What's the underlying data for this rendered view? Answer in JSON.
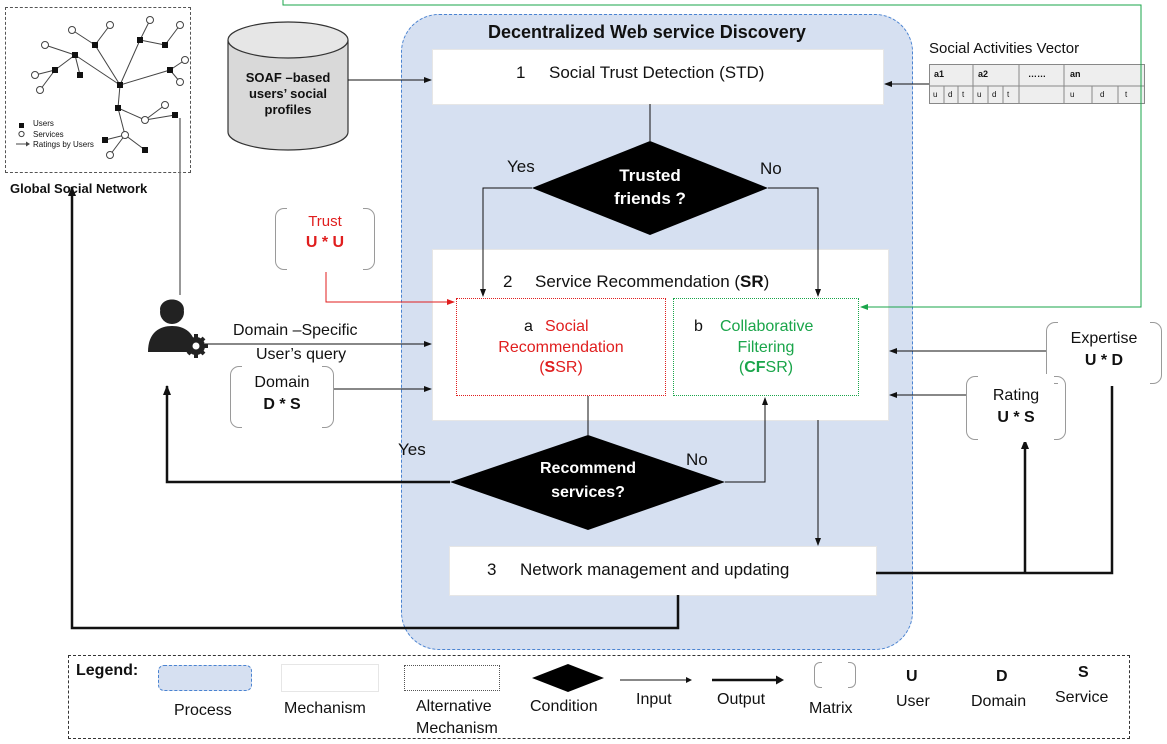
{
  "process_title": "Decentralized Web service Discovery",
  "global_network": {
    "caption": "Global Social Network",
    "legend": [
      "Users",
      "Services",
      "Ratings by Users"
    ]
  },
  "soaf_db": {
    "line1": "SOAF –based",
    "line2": "users’ social",
    "line3": "profiles"
  },
  "social_vector": {
    "title": "Social Activities Vector",
    "headers": [
      "a1",
      "a2",
      "……",
      "an"
    ],
    "cells": [
      "u",
      "d",
      "t",
      "u",
      "d",
      "t",
      "",
      "u",
      "d",
      "t"
    ]
  },
  "std": {
    "number": "1",
    "label": "Social Trust Detection (STD)"
  },
  "trusted": {
    "line1": "Trusted",
    "line2": "friends ?",
    "yes": "Yes",
    "no": "No"
  },
  "sr": {
    "number": "2",
    "label": "Service Recommendation (",
    "abbr": "SR",
    "close": ")"
  },
  "ssr": {
    "letter": "a",
    "line1": "Social",
    "line2": "Recommendation",
    "abbr_bold": "S",
    "abbr_rest": "SR)",
    "open": "("
  },
  "cfsr": {
    "letter": "b",
    "line1": "Collaborative",
    "line2": "Filtering",
    "abbr_bold": "CF",
    "abbr_rest": "SR)",
    "open": "("
  },
  "trust_matrix": {
    "name": "Trust",
    "formula": "U * U"
  },
  "domain_matrix": {
    "name": "Domain",
    "formula": "D * S"
  },
  "expertise_matrix": {
    "name": "Expertise",
    "formula": "U * D"
  },
  "rating_matrix": {
    "name": "Rating",
    "formula": "U * S"
  },
  "query": {
    "line1": "Domain –Specific",
    "line2": "User’s query"
  },
  "recommend": {
    "line1": "Recommend",
    "line2": "services?",
    "yes": "Yes",
    "no": "No"
  },
  "nm": {
    "number": "3",
    "label": "Network management and updating"
  },
  "legend": {
    "title": "Legend:",
    "process": "Process",
    "mechanism": "Mechanism",
    "alt1": "Alternative",
    "alt2": "Mechanism",
    "condition": "Condition",
    "input": "Input",
    "output": "Output",
    "matrix": "Matrix",
    "u_letter": "U",
    "u_label": "User",
    "d_letter": "D",
    "d_label": "Domain",
    "s_letter": "S",
    "s_label": "Service"
  },
  "colors": {
    "process_fill": "#d6e0f1",
    "red": "#e01e1e",
    "green": "#1aa54a"
  }
}
